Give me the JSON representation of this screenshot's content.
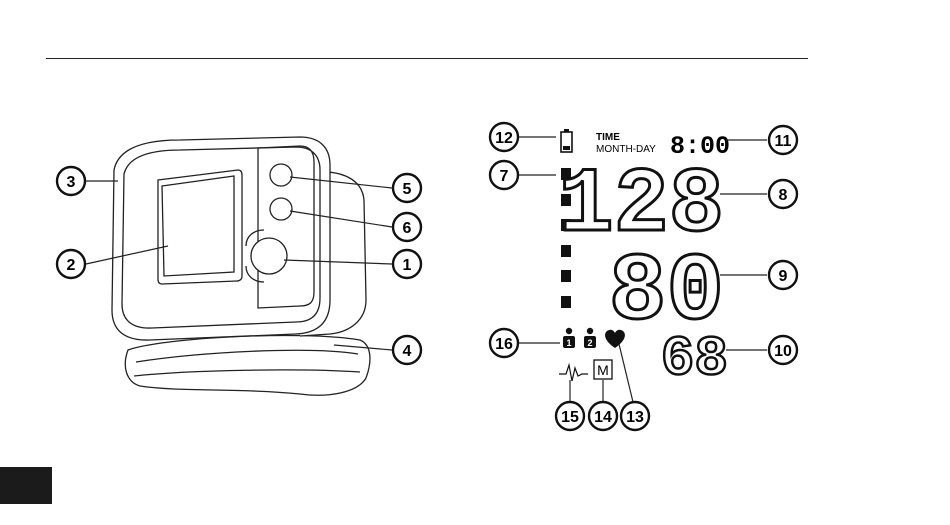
{
  "lcd": {
    "time_label": "TIME",
    "date_label": "MONTH-DAY",
    "clock": "8:00",
    "systolic": "128",
    "diastolic": "80",
    "pulse": "68",
    "user_1": "1",
    "user_2": "2",
    "memory_label": "M"
  },
  "callouts": {
    "c1": "1",
    "c2": "2",
    "c3": "3",
    "c4": "4",
    "c5": "5",
    "c6": "6",
    "c7": "7",
    "c8": "8",
    "c9": "9",
    "c10": "10",
    "c11": "11",
    "c12": "12",
    "c13": "13",
    "c14": "14",
    "c15": "15",
    "c16": "16"
  }
}
